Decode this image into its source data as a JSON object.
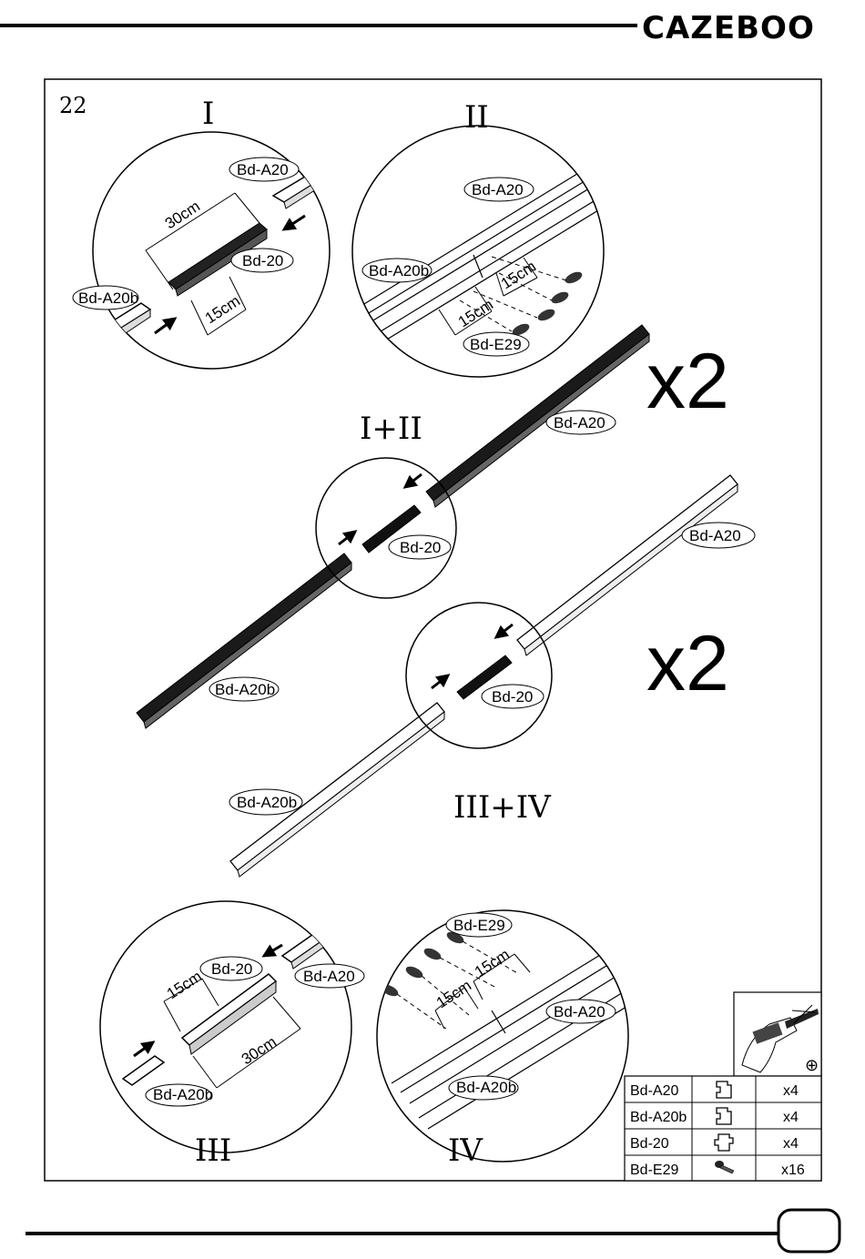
{
  "brand": {
    "name": "CAZEBOO"
  },
  "step": {
    "number": "22"
  },
  "multipliers": {
    "upper": "x2",
    "lower": "x2"
  },
  "details": {
    "I": {
      "title": "I",
      "label_a20": "Bd-A20",
      "label_20": "Bd-20",
      "label_a20b": "Bd-A20b",
      "dim_long": "30cm",
      "dim_short": "15cm"
    },
    "II": {
      "title": "II",
      "label_a20": "Bd-A20",
      "label_a20b": "Bd-A20b",
      "label_e29": "Bd-E29",
      "dim_left": "15cm",
      "dim_right": "15cm"
    },
    "I_II": {
      "title": "I+II",
      "label_a20": "Bd-A20",
      "label_20": "Bd-20",
      "label_a20b": "Bd-A20b"
    },
    "III_IV": {
      "title": "III+IV",
      "label_a20": "Bd-A20",
      "label_20": "Bd-20",
      "label_a20b": "Bd-A20b"
    },
    "III": {
      "title": "III",
      "label_20": "Bd-20",
      "label_a20": "Bd-A20",
      "label_a20b": "Bd-A20b",
      "dim_short": "15cm",
      "dim_long": "30cm"
    },
    "IV": {
      "title": "IV",
      "label_e29": "Bd-E29",
      "label_a20": "Bd-A20",
      "label_a20b": "Bd-A20b",
      "dim_left": "15cm",
      "dim_right": "15cm"
    }
  },
  "parts_table": {
    "rows": [
      {
        "code": "Bd-A20",
        "icon": "profile-a20-icon",
        "qty": "x4"
      },
      {
        "code": "Bd-A20b",
        "icon": "profile-a20b-icon",
        "qty": "x4"
      },
      {
        "code": "Bd-20",
        "icon": "connector-20-icon",
        "qty": "x4"
      },
      {
        "code": "Bd-E29",
        "icon": "screw-icon",
        "qty": "x16"
      }
    ],
    "tool_icon": "drill-icon",
    "bit_icon": "phillips-bit-icon",
    "bit_symbol": "⊕"
  }
}
